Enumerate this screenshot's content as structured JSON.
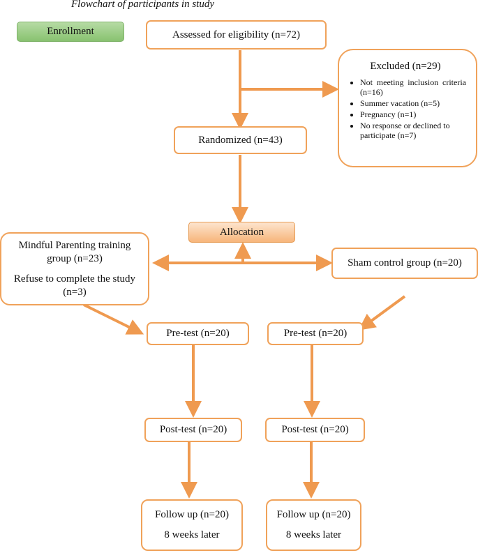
{
  "caption": "Flowchart of participants in study",
  "enrollment": "Enrollment",
  "assessed": "Assessed for eligibility (n=72)",
  "excluded": {
    "title": "Excluded (n=29)",
    "items": [
      "Not meeting inclusion criteria (n=16)",
      "Summer vacation (n=5)",
      "Pregnancy (n=1)",
      "No response or declined to participate (n=7)"
    ]
  },
  "randomized": "Randomized (n=43)",
  "allocation": "Allocation",
  "left_group": {
    "line1": "Mindful Parenting training group (n=23)",
    "line2": "Refuse to complete the study (n=3)"
  },
  "right_group": "Sham control group (n=20)",
  "left_arm": {
    "pretest": "Pre-test (n=20)",
    "posttest": "Post-test (n=20)",
    "followup": "Follow up (n=20)",
    "followup_sub": "8 weeks later"
  },
  "right_arm": {
    "pretest": "Pre-test (n=20)",
    "posttest": "Post-test (n=20)",
    "followup": "Follow up (n=20)",
    "followup_sub": "8 weeks later"
  },
  "colors": {
    "border": "#f0a25a",
    "arrow": "#ef9a50",
    "enroll_fill": "#9fcf88",
    "alloc_fill": "#f9c79b"
  }
}
